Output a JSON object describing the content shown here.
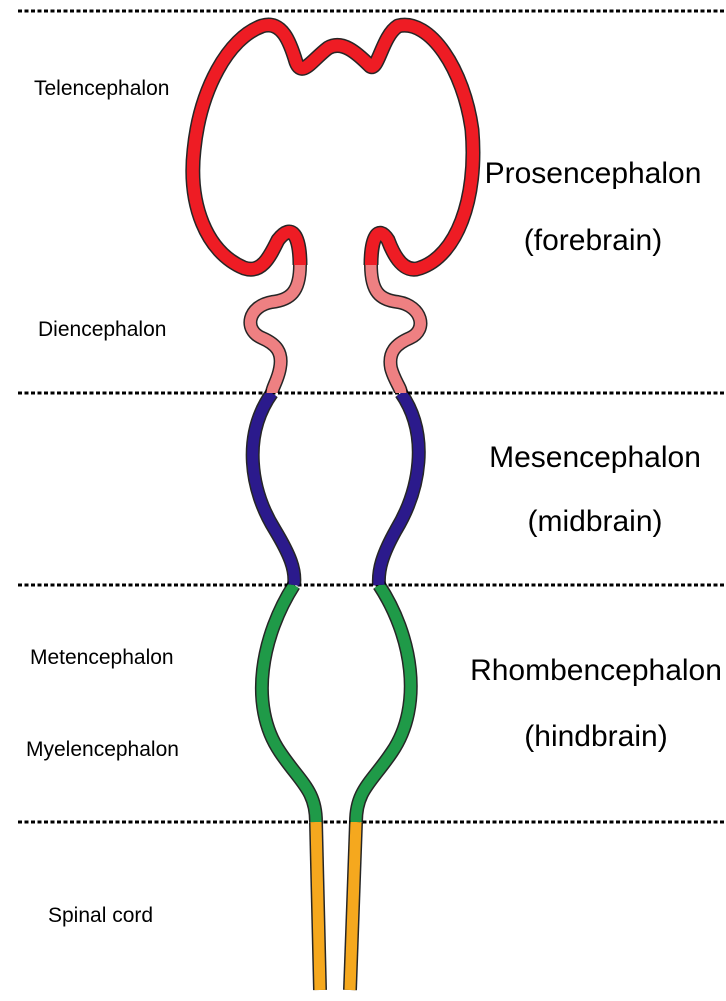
{
  "labels": {
    "telencephalon": "Telencephalon",
    "diencephalon": "Diencephalon",
    "metencephalon": "Metencephalon",
    "myelencephalon": "Myelencephalon",
    "spinal_cord": "Spinal cord",
    "prosencephalon": "Prosencephalon",
    "forebrain": "(forebrain)",
    "mesencephalon": "Mesencephalon",
    "midbrain": "(midbrain)",
    "rhombencephalon": "Rhombencephalon",
    "hindbrain": "(hindbrain)"
  },
  "colors": {
    "telencephalon": "#ee1c24",
    "diencephalon": "#ee8082",
    "mesencephalon": "#2b1a8c",
    "rhombencephalon": "#1f9a48",
    "spinal_cord": "#f5a81e",
    "divider": "#000000"
  }
}
